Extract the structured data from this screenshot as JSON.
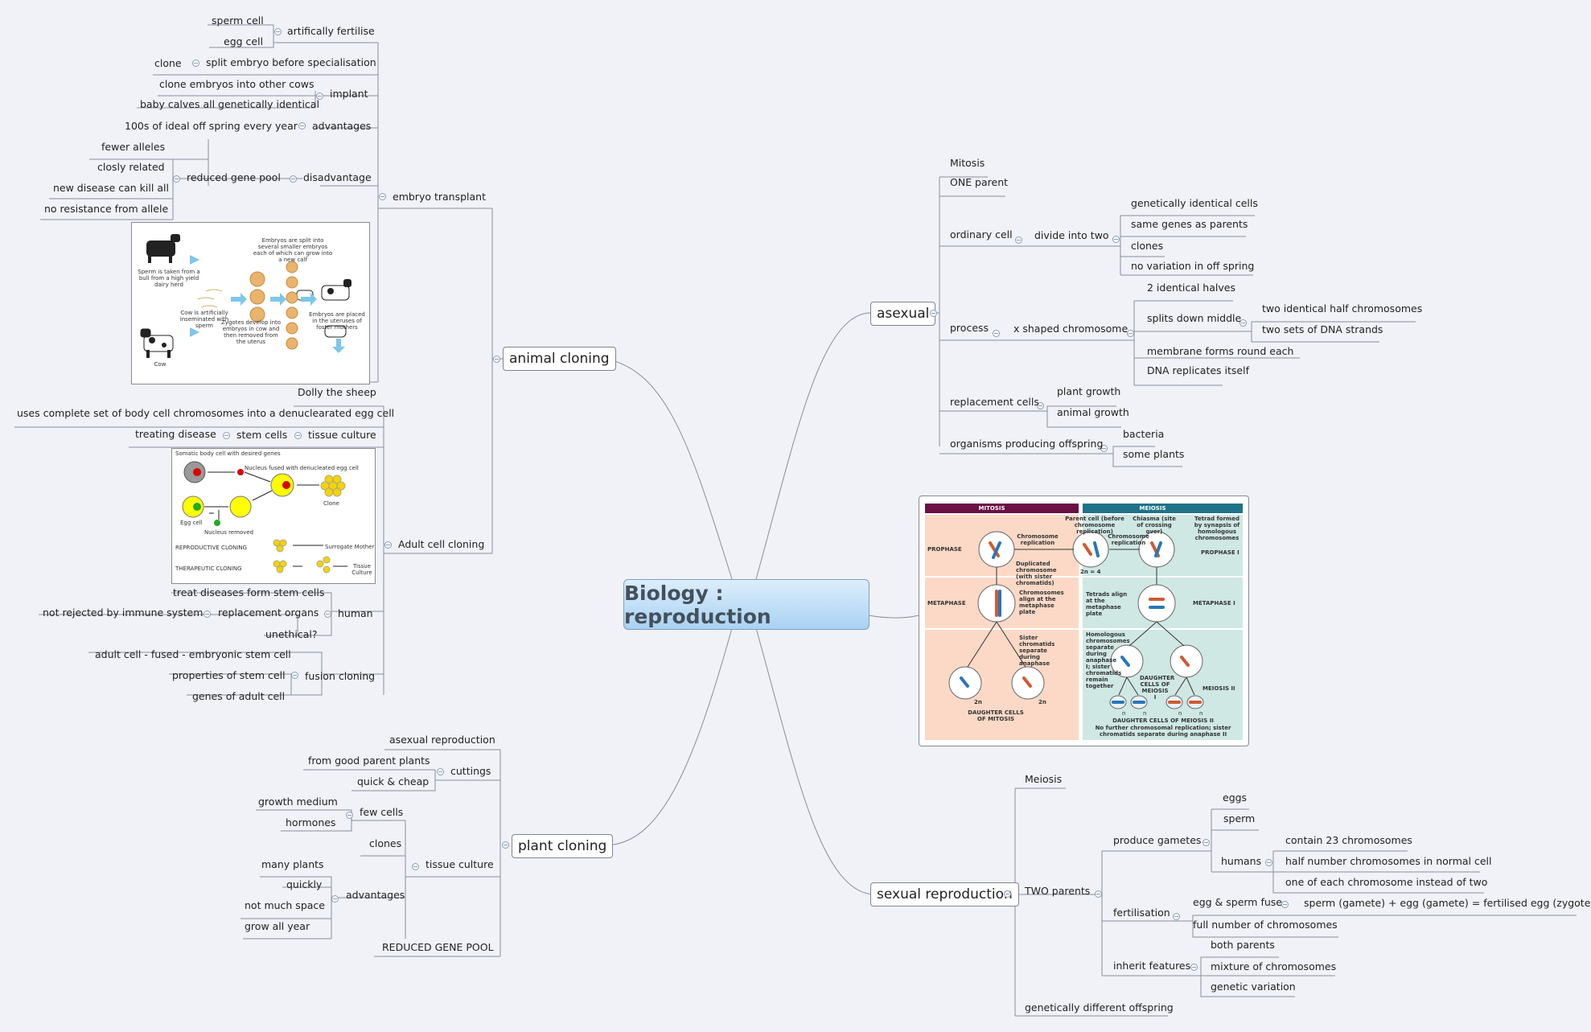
{
  "colors": {
    "background": "#f0f2f8",
    "central_fill": "#bfe0f8",
    "line": "#878e9a",
    "mitosis_bar": "#6b0f45",
    "meiosis_bar": "#1f7388"
  },
  "central": {
    "title": "Biology : reproduction"
  },
  "topics": {
    "animal_cloning": "animal cloning",
    "plant_cloning": "plant cloning",
    "asexual": "asexual",
    "sexual": "sexual reproduction"
  },
  "animal": {
    "artificially_fertilise": "artifically fertilise",
    "sperm_cell": "sperm cell",
    "egg_cell": "egg cell",
    "clone": "clone",
    "split_embryo": "split embryo before specialisation",
    "clone_embryos": "clone embryos into other cows",
    "implant": "implant",
    "baby_calves": "baby calves all genetically identical",
    "spring": "100s of ideal off spring every year",
    "advantages": "advantages",
    "fewer_alleles": "fewer alleles",
    "closly_related": "closly related",
    "reduced_gene_pool": "reduced gene pool",
    "disadvantage": "disadvantage",
    "new_disease": "new disease can kill all",
    "no_resistance": "no resistance from allele",
    "embryo_transplant": "embryo transplant",
    "dolly": "Dolly the sheep",
    "uses_complete": "uses complete set of body cell chromosomes into a denuclearated egg cell",
    "treating_disease": "treating disease",
    "stem_cells": "stem cells",
    "tissue_culture": "tissue culture",
    "adult_cell_cloning": "Adult cell cloning",
    "treat_diseases": "treat diseases form stem cells",
    "not_rejected": "not rejected by immune system",
    "replacement_organs": "replacement organs",
    "human": "human",
    "unethical": "unethical?",
    "adult_fused": "adult cell - fused - embryonic stem cell",
    "properties": "properties of stem cell",
    "fusion_cloning": "fusion cloning",
    "genes_adult": "genes of adult cell"
  },
  "cow_image": {
    "sperm_text": "Sperm is taken from a bull from a high yield dairy herd",
    "cow_text": "Cow is artificially inseminated with sperm",
    "embryos_split": "Embryos are split into several smaller embryos each of which can grow into a new calf",
    "zygotes": "Zygotes develop into embryos in cow and then removed from the uterus",
    "placed": "Embryos are placed in the uteruses of foster mothers",
    "cow_label": "Cow"
  },
  "sheep_image": {
    "somatic": "Somatic body cell with desired genes",
    "nucleus_fused": "Nucleus fused with denucleated egg cell",
    "clone": "Clone",
    "egg_cell": "Egg cell",
    "nucleus_removed": "Nucleus removed",
    "reproductive": "REPRODUCTIVE CLONING",
    "surrogate": "Surrogate Mother",
    "therapeutic": "THERAPEUTIC CLONING",
    "tissue_culture": "Tissue Culture"
  },
  "plant": {
    "asexual_reproduction": "asexual reproduction",
    "from_good": "from good parent plants",
    "cuttings": "cuttings",
    "quick_cheap": "quick & cheap",
    "growth_medium": "growth medium",
    "few_cells": "few cells",
    "hormones": "hormones",
    "clones": "clones",
    "tissue_culture": "tissue culture",
    "many_plants": "many plants",
    "quickly": "quickly",
    "advantages": "advantages",
    "not_much_space": "not much space",
    "grow_all_year": "grow all year",
    "reduced_gene_pool": "REDUCED GENE POOL"
  },
  "asexual": {
    "mitosis": "Mitosis",
    "one_parent": "ONE parent",
    "ordinary_cell": "ordinary cell",
    "divide_into_two": "divide into two",
    "genetically_identical": "genetically identical cells",
    "same_genes": "same genes as parents",
    "clones": "clones",
    "no_variation": "no variation in off spring",
    "process": "process",
    "x_shaped": "x shaped chromosome",
    "identical_halves": "2 identical halves",
    "splits_down": "splits down middle",
    "two_identical_half": "two identical half chromosomes",
    "two_sets": "two sets of DNA strands",
    "membrane": "membrane forms round each",
    "dna_replicates": "DNA replicates itself",
    "replacement_cells": "replacement cells",
    "plant_growth": "plant growth",
    "animal_growth": "animal growth",
    "organisms": "organisms producing offspring",
    "bacteria": "bacteria",
    "some_plants": "some plants"
  },
  "sexual": {
    "meiosis": "Meiosis",
    "eggs": "eggs",
    "sperm": "sperm",
    "produce_gametes": "produce gametes",
    "contain_23": "contain 23 chromosomes",
    "humans": "humans",
    "half_number": "half number chromosomes in normal cell",
    "one_of_each": "one of each chromosome instead of two",
    "two_parents": "TWO parents",
    "egg_sperm_fuse": "egg & sperm fuse",
    "sperm_gamete": "sperm (gamete) + egg (gamete) = fertilised egg (zygote)",
    "fertilisation": "fertilisation",
    "full_number": "full number of chromosomes",
    "both_parents": "both parents",
    "inherit_features": "inherit features",
    "mixture": "mixture of chromosomes",
    "genetic_variation": "genetic variation",
    "genetically_different": "genetically different offspring"
  },
  "cell_division_image": {
    "mitosis_title": "MITOSIS",
    "meiosis_title": "MEIOSIS",
    "parent_cell": "Parent cell (before chromosome replication)",
    "chiasma": "Chiasma (site of crossing over)",
    "tetrad_formed": "Tetrad formed by synapsis of homologous chromosomes",
    "prophase": "PROPHASE",
    "chromosome_replication": "Chromosome replication",
    "two_n_4": "2n = 4",
    "prophase_i": "PROPHASE I",
    "duplicated": "Duplicated chromosome (with sister chromatids)",
    "metaphase": "METAPHASE",
    "chromosomes_align": "Chromosomes align at the metaphase plate",
    "tetrads_align": "Tetrads align at the metaphase plate",
    "metaphase_i": "METAPHASE I",
    "sister_separate": "Sister chromatids separate during anaphase",
    "homologous_separate": "Homologous chromosomes separate during anaphase I; sister chromatids remain together",
    "daughter_meiosis_i": "DAUGHTER CELLS OF MEIOSIS I",
    "meiosis_ii": "MEIOSIS II",
    "two_n": "2n",
    "n": "n",
    "daughter_mitosis": "DAUGHTER CELLS OF MITOSIS",
    "daughter_meiosis_ii": "DAUGHTER CELLS OF MEIOSIS II",
    "no_further": "No further chromosomal replication; sister chromatids separate during anaphase II"
  }
}
